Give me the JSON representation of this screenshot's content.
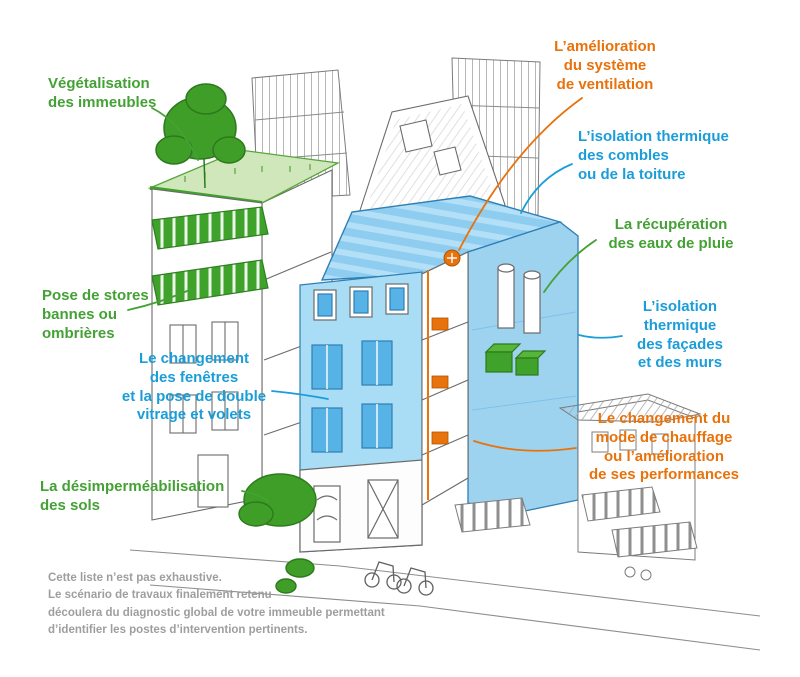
{
  "colors": {
    "green": "#44a135",
    "blue": "#1b9dd9",
    "orange": "#e8720c",
    "building_blue": "#a9dcf5",
    "roof_green": "#cfe7ba",
    "footnote_gray": "#9e9e9e"
  },
  "labels": {
    "vegetalisation": {
      "text": "Végétalisation\ndes immeubles",
      "color": "#44a135"
    },
    "stores": {
      "text": "Pose de stores\nbannes ou\nombrières",
      "color": "#44a135"
    },
    "fenetres": {
      "text": "Le changement\ndes fenêtres\net la pose de double\nvitrage et volets",
      "color": "#1b9dd9"
    },
    "desimpermeabilisation": {
      "text": "La désimperméabilisation\ndes sols",
      "color": "#44a135"
    },
    "ventilation": {
      "text": "L’amélioration\ndu système\nde ventilation",
      "color": "#e8720c"
    },
    "combles": {
      "text": "L’isolation thermique\ndes combles\nou de la toiture",
      "color": "#1b9dd9"
    },
    "eaux_pluie": {
      "text": "La récupération\ndes eaux de pluie",
      "color": "#44a135"
    },
    "facades": {
      "text": "L’isolation\nthermique\ndes façades\net des murs",
      "color": "#1b9dd9"
    },
    "chauffage": {
      "text": "Le changement du\nmode de chauffage\nou l’amélioration\nde ses performances",
      "color": "#e8720c"
    }
  },
  "footnote": {
    "text": "Cette liste n’est pas exhaustive.\nLe scénario de travaux finalement retenu\ndécoulera du diagnostic global de votre immeuble permettant\nd’identifier les postes d’intervention pertinents."
  }
}
